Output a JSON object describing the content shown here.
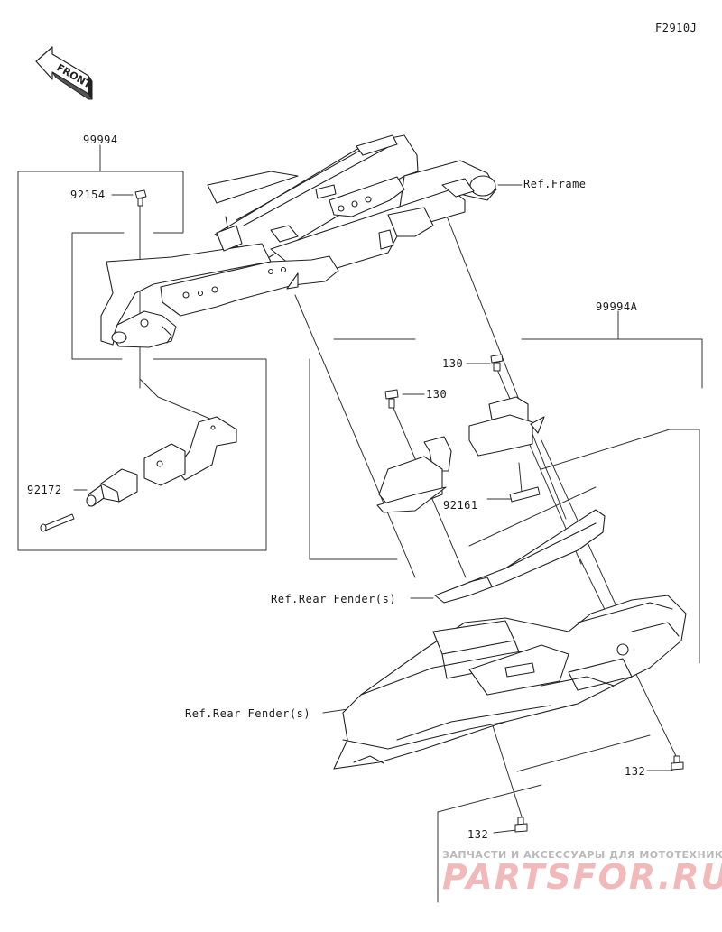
{
  "diagram_code": "F2910J",
  "front_label": "FRONT",
  "labels": {
    "kit_main": "99994",
    "kit_a": "99994A",
    "p92154": "92154",
    "p92172": "92172",
    "p130_a": "130",
    "p130_b": "130",
    "p92161": "92161",
    "p132_a": "132",
    "p132_b": "132",
    "ref_frame": "Ref.Frame",
    "ref_rear_fender_1": "Ref.Rear Fender(s)",
    "ref_rear_fender_2": "Ref.Rear Fender(s)"
  },
  "watermark": {
    "line1": "ЗАПЧАСТИ И АКСЕССУАРЫ ДЛЯ МОТОТЕХНИКИ",
    "line2": "PARTSFOR.RU"
  },
  "colors": {
    "ink": "#222222",
    "shade": "#8a8a8a",
    "watermark_red": "#f1b9b9",
    "watermark_gray": "#b9b9b9"
  }
}
